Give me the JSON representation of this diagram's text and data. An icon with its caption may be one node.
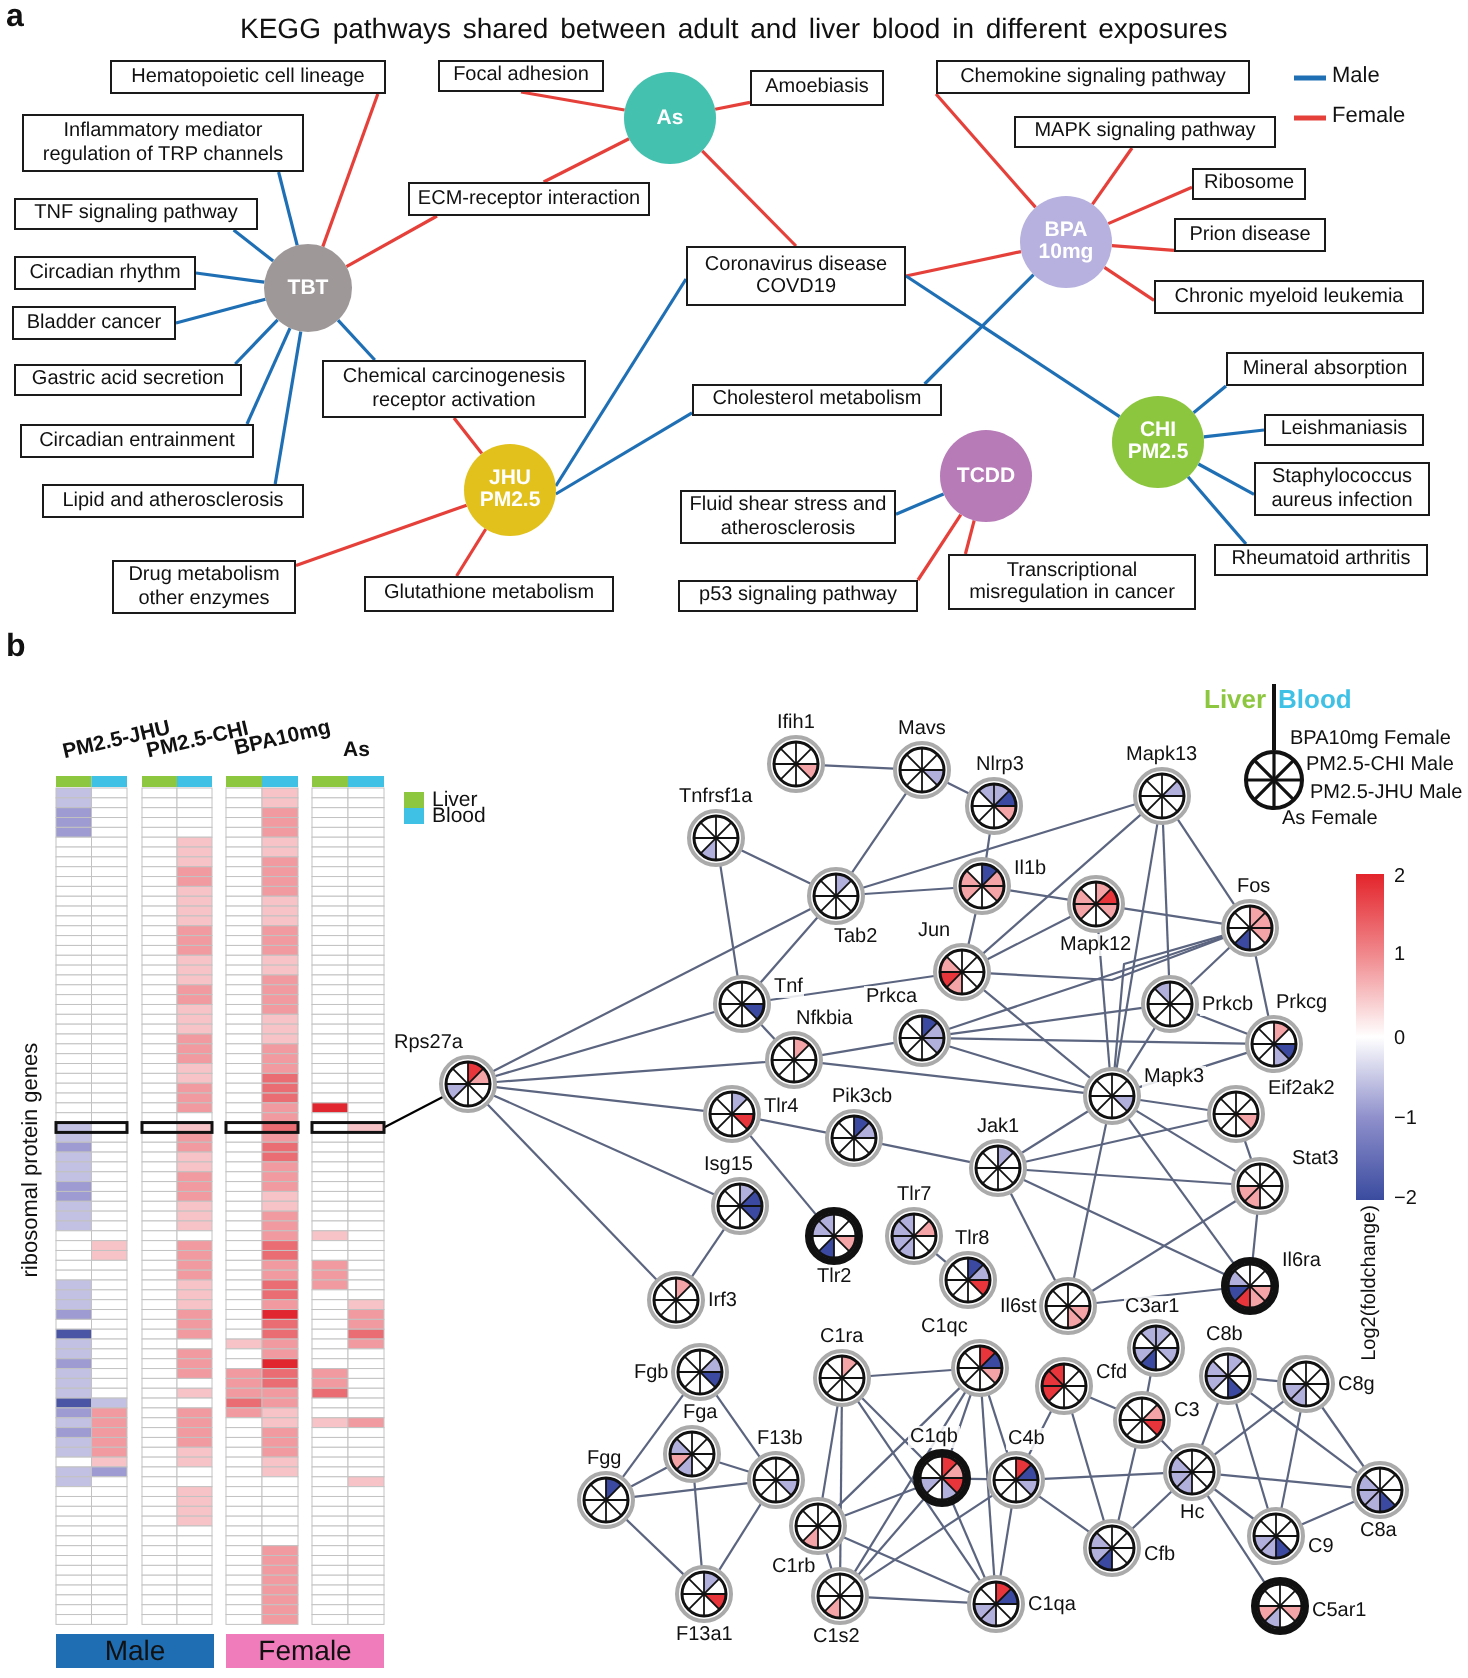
{
  "diagram": {
    "title": "KEGG pathways shared between adult and liver blood in different exposures",
    "nodes": [
      {
        "text": [
          "Hematopoietic cell lineage"
        ]
      },
      {
        "text": [
          "Focal adhesion"
        ]
      },
      {
        "text": [
          "Chemokine signaling pathway"
        ]
      },
      {
        "text": [
          "Amoebiasis"
        ]
      },
      {
        "text": [
          "As"
        ]
      },
      {
        "text": [
          "Inflammatory mediator regulation of TRP channels"
        ]
      },
      {
        "text": [
          "MAPK signaling pathway"
        ]
      },
      {
        "text": [
          "Ribosome"
        ]
      },
      {
        "text": [
          "ECM-receptor interaction"
        ]
      },
      {
        "text": [
          "TNF signaling pathway"
        ]
      },
      {
        "text": [
          "Prion disease"
        ]
      },
      {
        "text": [
          "BPA 10mg"
        ]
      },
      {
        "text": [
          "Coronavirus disease COVD19"
        ]
      },
      {
        "text": [
          "Circadian rhythm"
        ]
      },
      {
        "text": [
          "TBT"
        ]
      },
      {
        "text": [
          "Chronic myeloid leukemia"
        ]
      },
      {
        "text": [
          "Bladder cancer"
        ]
      },
      {
        "text": [
          "Mineral absorption"
        ]
      },
      {
        "text": [
          "Chemical carcinogenesis receptor activation"
        ]
      },
      {
        "text": [
          "Gastric acid secretion"
        ]
      },
      {
        "text": [
          "Cholesterol metabolism"
        ]
      },
      {
        "text": [
          "Leishmaniasis"
        ]
      },
      {
        "text": [
          "Circadian entrainment"
        ]
      },
      {
        "text": [
          "CHI PM2.5"
        ]
      },
      {
        "text": [
          "Staphylococcus aureus infection"
        ]
      },
      {
        "text": [
          "TCDD"
        ]
      },
      {
        "text": [
          "Lipid and atherosclerosis"
        ]
      },
      {
        "text": [
          "JHU PM2.5"
        ]
      },
      {
        "text": [
          "Fluid shear stress and atherosclerosis"
        ]
      },
      {
        "text": [
          "Rheumatoid arthritis"
        ]
      },
      {
        "text": [
          "Transcriptional misregulation in cancer"
        ]
      },
      {
        "text": [
          "Drug metabolism other enzymes"
        ]
      },
      {
        "text": [
          "Glutathione metabolism"
        ]
      },
      {
        "text": [
          "p53 signaling pathway"
        ]
      },
      {
        "text": [
          "Ifih1"
        ]
      },
      {
        "text": [
          "Mavs"
        ]
      },
      {
        "text": [
          "Nlrp3"
        ]
      },
      {
        "text": [
          "Mapk13"
        ]
      },
      {
        "text": [
          "Tnfrsf1a"
        ]
      },
      {
        "text": [
          "Tab2"
        ]
      },
      {
        "text": [
          "Il1b"
        ]
      },
      {
        "text": [
          "Mapk12"
        ]
      },
      {
        "text": [
          "Fos"
        ]
      },
      {
        "text": [
          "Jun"
        ]
      },
      {
        "text": [
          "Tnf"
        ]
      },
      {
        "text": [
          "Nfkbia"
        ]
      },
      {
        "text": [
          "Prkca"
        ]
      },
      {
        "text": [
          "Prkcb"
        ]
      },
      {
        "text": [
          "Prkcg"
        ]
      },
      {
        "text": [
          "Rps27a"
        ]
      },
      {
        "text": [
          "Mapk3"
        ]
      },
      {
        "text": [
          "Eif2ak2"
        ]
      },
      {
        "text": [
          "Tlr4"
        ]
      },
      {
        "text": [
          "Pik3cb"
        ]
      },
      {
        "text": [
          "Jak1"
        ]
      },
      {
        "text": [
          "Stat3"
        ]
      },
      {
        "text": [
          "Isg15"
        ]
      },
      {
        "text": [
          "Tlr7"
        ]
      },
      {
        "text": [
          "Tlr2"
        ]
      },
      {
        "text": [
          "Tlr8"
        ]
      },
      {
        "text": [
          "Il6ra"
        ]
      },
      {
        "text": [
          "Irf3"
        ]
      },
      {
        "text": [
          "Il6st"
        ]
      },
      {
        "text": [
          "C3ar1"
        ]
      },
      {
        "text": [
          "C1qc"
        ]
      },
      {
        "text": [
          "C1ra"
        ]
      },
      {
        "text": [
          "C8b"
        ]
      },
      {
        "text": [
          "Fgb"
        ]
      },
      {
        "text": [
          "Cfd"
        ]
      },
      {
        "text": [
          "C8g"
        ]
      },
      {
        "text": [
          "C3"
        ]
      },
      {
        "text": [
          "Fga"
        ]
      },
      {
        "text": [
          "F13b"
        ]
      },
      {
        "text": [
          "Fgg"
        ]
      },
      {
        "text": [
          "C1qb"
        ]
      },
      {
        "text": [
          "C4b"
        ]
      },
      {
        "text": [
          "Hc"
        ]
      },
      {
        "text": [
          "C8a"
        ]
      },
      {
        "text": [
          "C1rb"
        ]
      },
      {
        "text": [
          "Cfb"
        ]
      },
      {
        "text": [
          "C9"
        ]
      },
      {
        "text": [
          "F13a1"
        ]
      },
      {
        "text": [
          "C1s2"
        ]
      },
      {
        "text": [
          "C1qa"
        ]
      },
      {
        "text": [
          "C5ar1"
        ]
      },
      {
        "text": [],
        "shape": "box"
      },
      {
        "text": [
          "Male"
        ]
      },
      {
        "text": [
          "Female"
        ]
      }
    ],
    "edges": [
      {
        "from": 14,
        "to": 0,
        "arrow": "none",
        "color": "#e5403a"
      },
      {
        "from": 14,
        "to": 5,
        "arrow": "none",
        "color": "#1f6fb5"
      },
      {
        "from": 14,
        "to": 9,
        "arrow": "none",
        "color": "#1f6fb5"
      },
      {
        "from": 14,
        "to": 13,
        "arrow": "none",
        "color": "#1f6fb5"
      },
      {
        "from": 14,
        "to": 16,
        "arrow": "none",
        "color": "#1f6fb5"
      },
      {
        "from": 14,
        "to": 19,
        "arrow": "none",
        "color": "#1f6fb5"
      },
      {
        "from": 14,
        "to": 22,
        "arrow": "none",
        "color": "#1f6fb5"
      },
      {
        "from": 14,
        "to": 26,
        "arrow": "none",
        "color": "#1f6fb5"
      },
      {
        "from": 14,
        "to": 18,
        "arrow": "none",
        "color": "#1f6fb5"
      },
      {
        "from": 14,
        "to": 8,
        "arrow": "none",
        "color": "#e5403a"
      },
      {
        "from": 4,
        "to": 1,
        "arrow": "none",
        "color": "#e5403a"
      },
      {
        "from": 4,
        "to": 8,
        "arrow": "none",
        "color": "#e5403a"
      },
      {
        "from": 4,
        "to": 3,
        "arrow": "none",
        "color": "#e5403a"
      },
      {
        "from": 4,
        "to": 12,
        "arrow": "none",
        "color": "#e5403a"
      },
      {
        "from": 27,
        "to": 18,
        "arrow": "none",
        "color": "#e5403a"
      },
      {
        "from": 27,
        "to": 31,
        "arrow": "none",
        "color": "#e5403a"
      },
      {
        "from": 27,
        "to": 32,
        "arrow": "none",
        "color": "#e5403a"
      },
      {
        "from": 27,
        "to": 12,
        "arrow": "none",
        "color": "#1f6fb5"
      },
      {
        "from": 27,
        "to": 20,
        "arrow": "none",
        "color": "#1f6fb5"
      },
      {
        "from": 11,
        "to": 2,
        "arrow": "none",
        "color": "#e5403a"
      },
      {
        "from": 11,
        "to": 6,
        "arrow": "none",
        "color": "#e5403a"
      },
      {
        "from": 11,
        "to": 7,
        "arrow": "none",
        "color": "#e5403a"
      },
      {
        "from": 11,
        "to": 10,
        "arrow": "none",
        "color": "#e5403a"
      },
      {
        "from": 11,
        "to": 15,
        "arrow": "none",
        "color": "#e5403a"
      },
      {
        "from": 11,
        "to": 12,
        "arrow": "none",
        "color": "#e5403a"
      },
      {
        "from": 11,
        "to": 20,
        "arrow": "none",
        "color": "#1f6fb5"
      },
      {
        "from": 23,
        "to": 12,
        "arrow": "none",
        "color": "#1f6fb5"
      },
      {
        "from": 23,
        "to": 17,
        "arrow": "none",
        "color": "#1f6fb5"
      },
      {
        "from": 23,
        "to": 21,
        "arrow": "none",
        "color": "#1f6fb5"
      },
      {
        "from": 23,
        "to": 24,
        "arrow": "none",
        "color": "#1f6fb5"
      },
      {
        "from": 23,
        "to": 29,
        "arrow": "none",
        "color": "#1f6fb5"
      },
      {
        "from": 25,
        "to": 28,
        "arrow": "none",
        "color": "#1f6fb5"
      },
      {
        "from": 25,
        "to": 33,
        "arrow": "none",
        "color": "#e5403a"
      },
      {
        "from": 25,
        "to": 30,
        "arrow": "none",
        "color": "#e5403a"
      },
      {
        "from": 34,
        "to": 35,
        "arrow": "none"
      },
      {
        "from": 35,
        "to": 36,
        "arrow": "none"
      },
      {
        "from": 35,
        "to": 39,
        "arrow": "none"
      },
      {
        "from": 38,
        "to": 39,
        "arrow": "none"
      },
      {
        "from": 38,
        "to": 44,
        "arrow": "none"
      },
      {
        "from": 39,
        "to": 37,
        "arrow": "none"
      },
      {
        "from": 39,
        "to": 40,
        "arrow": "none"
      },
      {
        "from": 39,
        "to": 44,
        "arrow": "none"
      },
      {
        "from": 49,
        "to": 39,
        "arrow": "none"
      },
      {
        "from": 36,
        "to": 40,
        "arrow": "none"
      },
      {
        "from": 40,
        "to": 41,
        "arrow": "none"
      },
      {
        "from": 40,
        "to": 43,
        "arrow": "none"
      },
      {
        "from": 37,
        "to": 43,
        "arrow": "none"
      },
      {
        "from": 37,
        "to": 47,
        "arrow": "none"
      },
      {
        "from": 37,
        "to": 50,
        "arrow": "none"
      },
      {
        "from": 37,
        "to": 42,
        "arrow": "none"
      },
      {
        "from": 41,
        "to": 42,
        "arrow": "none"
      },
      {
        "from": 41,
        "to": 43,
        "arrow": "none"
      },
      {
        "from": 41,
        "to": 50,
        "arrow": "none"
      },
      {
        "from": 42,
        "to": 43,
        "arrow": "none"
      },
      {
        "from": 42,
        "to": 46,
        "arrow": "none"
      },
      {
        "from": 42,
        "to": 47,
        "arrow": "none"
      },
      {
        "from": 42,
        "to": 50,
        "arrow": "none"
      },
      {
        "from": 42,
        "to": 48,
        "arrow": "none"
      },
      {
        "from": 43,
        "to": 44,
        "arrow": "none"
      },
      {
        "from": 43,
        "to": 50,
        "arrow": "none"
      },
      {
        "from": 44,
        "to": 45,
        "arrow": "none"
      },
      {
        "from": 49,
        "to": 44,
        "arrow": "none"
      },
      {
        "from": 45,
        "to": 46,
        "arrow": "none"
      },
      {
        "from": 45,
        "to": 50,
        "arrow": "none"
      },
      {
        "from": 49,
        "to": 45,
        "arrow": "none"
      },
      {
        "from": 46,
        "to": 47,
        "arrow": "none"
      },
      {
        "from": 46,
        "to": 48,
        "arrow": "none"
      },
      {
        "from": 46,
        "to": 50,
        "arrow": "none"
      },
      {
        "from": 47,
        "to": 48,
        "arrow": "none"
      },
      {
        "from": 47,
        "to": 50,
        "arrow": "none"
      },
      {
        "from": 48,
        "to": 50,
        "arrow": "none"
      },
      {
        "from": 50,
        "to": 51,
        "arrow": "none"
      },
      {
        "from": 50,
        "to": 55,
        "arrow": "none"
      },
      {
        "from": 50,
        "to": 54,
        "arrow": "none"
      },
      {
        "from": 50,
        "to": 62,
        "arrow": "none"
      },
      {
        "from": 50,
        "to": 60,
        "arrow": "none"
      },
      {
        "from": 51,
        "to": 55,
        "arrow": "none"
      },
      {
        "from": 54,
        "to": 51,
        "arrow": "none"
      },
      {
        "from": 54,
        "to": 55,
        "arrow": "none"
      },
      {
        "from": 54,
        "to": 62,
        "arrow": "none"
      },
      {
        "from": 54,
        "to": 60,
        "arrow": "none"
      },
      {
        "from": 55,
        "to": 60,
        "arrow": "none"
      },
      {
        "from": 55,
        "to": 62,
        "arrow": "none"
      },
      {
        "from": 62,
        "to": 60,
        "arrow": "none"
      },
      {
        "from": 49,
        "to": 52,
        "arrow": "none"
      },
      {
        "from": 52,
        "to": 53,
        "arrow": "none"
      },
      {
        "from": 53,
        "to": 54,
        "arrow": "none"
      },
      {
        "from": 52,
        "to": 58,
        "arrow": "none"
      },
      {
        "from": 49,
        "to": 56,
        "arrow": "none"
      },
      {
        "from": 49,
        "to": 61,
        "arrow": "none"
      },
      {
        "from": 56,
        "to": 61,
        "arrow": "none"
      },
      {
        "from": 57,
        "to": 59,
        "arrow": "none"
      },
      {
        "from": 67,
        "to": 73,
        "arrow": "none"
      },
      {
        "from": 67,
        "to": 72,
        "arrow": "none"
      },
      {
        "from": 71,
        "to": 73,
        "arrow": "none"
      },
      {
        "from": 71,
        "to": 72,
        "arrow": "none"
      },
      {
        "from": 71,
        "to": 81,
        "arrow": "none"
      },
      {
        "from": 73,
        "to": 72,
        "arrow": "none"
      },
      {
        "from": 73,
        "to": 81,
        "arrow": "none"
      },
      {
        "from": 72,
        "to": 81,
        "arrow": "none"
      },
      {
        "from": 65,
        "to": 64,
        "arrow": "none"
      },
      {
        "from": 65,
        "to": 78,
        "arrow": "none"
      },
      {
        "from": 65,
        "to": 82,
        "arrow": "none"
      },
      {
        "from": 65,
        "to": 74,
        "arrow": "none"
      },
      {
        "from": 65,
        "to": 83,
        "arrow": "none"
      },
      {
        "from": 64,
        "to": 78,
        "arrow": "none"
      },
      {
        "from": 64,
        "to": 82,
        "arrow": "none"
      },
      {
        "from": 64,
        "to": 74,
        "arrow": "none"
      },
      {
        "from": 64,
        "to": 83,
        "arrow": "none"
      },
      {
        "from": 64,
        "to": 75,
        "arrow": "none"
      },
      {
        "from": 74,
        "to": 75,
        "arrow": "none"
      },
      {
        "from": 74,
        "to": 78,
        "arrow": "none"
      },
      {
        "from": 74,
        "to": 82,
        "arrow": "none"
      },
      {
        "from": 74,
        "to": 83,
        "arrow": "none"
      },
      {
        "from": 75,
        "to": 82,
        "arrow": "none"
      },
      {
        "from": 75,
        "to": 83,
        "arrow": "none"
      },
      {
        "from": 75,
        "to": 68,
        "arrow": "none"
      },
      {
        "from": 75,
        "to": 76,
        "arrow": "none"
      },
      {
        "from": 75,
        "to": 79,
        "arrow": "none"
      },
      {
        "from": 78,
        "to": 82,
        "arrow": "none"
      },
      {
        "from": 78,
        "to": 83,
        "arrow": "none"
      },
      {
        "from": 82,
        "to": 83,
        "arrow": "none"
      },
      {
        "from": 68,
        "to": 70,
        "arrow": "none"
      },
      {
        "from": 68,
        "to": 79,
        "arrow": "none"
      },
      {
        "from": 63,
        "to": 70,
        "arrow": "none"
      },
      {
        "from": 70,
        "to": 79,
        "arrow": "none"
      },
      {
        "from": 70,
        "to": 76,
        "arrow": "none"
      },
      {
        "from": 76,
        "to": 79,
        "arrow": "none"
      },
      {
        "from": 76,
        "to": 66,
        "arrow": "none"
      },
      {
        "from": 76,
        "to": 69,
        "arrow": "none"
      },
      {
        "from": 76,
        "to": 80,
        "arrow": "none"
      },
      {
        "from": 76,
        "to": 84,
        "arrow": "none"
      },
      {
        "from": 76,
        "to": 77,
        "arrow": "none"
      },
      {
        "from": 66,
        "to": 69,
        "arrow": "none"
      },
      {
        "from": 66,
        "to": 80,
        "arrow": "none"
      },
      {
        "from": 66,
        "to": 77,
        "arrow": "none"
      },
      {
        "from": 69,
        "to": 80,
        "arrow": "none"
      },
      {
        "from": 69,
        "to": 77,
        "arrow": "none"
      },
      {
        "from": 80,
        "to": 77,
        "arrow": "none"
      },
      {
        "from": 85,
        "to": 49,
        "arrow": "none",
        "color": "#000000"
      }
    ],
    "labels": [
      "a",
      "b",
      "PM2.5-JHU",
      "PM2.5-CHI",
      "BPA10mg",
      "As",
      "Liver",
      "Blood",
      "BPA10mg Female",
      "PM2.5-CHI Male",
      "PM2.5-JHU Male",
      "As Female",
      "2",
      "1",
      "0",
      "−1",
      "−2",
      "ribosomal protein genes",
      "Log2(foldchange)"
    ],
    "legend": [
      {
        "text": "Male"
      },
      {
        "text": "Female"
      },
      {
        "text": "Liver",
        "color": "#8dc63f"
      },
      {
        "text": "Blood",
        "color": "#3fc1e6"
      }
    ]
  }
}
